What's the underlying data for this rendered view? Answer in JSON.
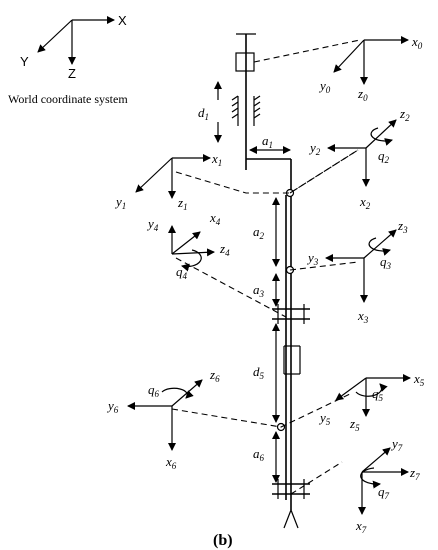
{
  "world": {
    "x": "X",
    "y": "Y",
    "z": "Z",
    "caption": "World coordinate system"
  },
  "frames": {
    "f0": {
      "x": "x",
      "xs": "0",
      "y": "y",
      "ys": "0",
      "z": "z",
      "zs": "0"
    },
    "f1": {
      "x": "x",
      "xs": "1",
      "y": "y",
      "ys": "1",
      "z": "z",
      "zs": "1"
    },
    "f2": {
      "x": "x",
      "xs": "2",
      "y": "y",
      "ys": "2",
      "z": "z",
      "zs": "2",
      "q": "q",
      "qs": "2"
    },
    "f3": {
      "x": "x",
      "xs": "3",
      "y": "y",
      "ys": "3",
      "z": "z",
      "zs": "3",
      "q": "q",
      "qs": "3"
    },
    "f4": {
      "x": "x",
      "xs": "4",
      "y": "y",
      "ys": "4",
      "z": "z",
      "zs": "4",
      "q": "q",
      "qs": "4"
    },
    "f5": {
      "x": "x",
      "xs": "5",
      "y": "y",
      "ys": "5",
      "z": "z",
      "zs": "5",
      "q": "q",
      "qs": "5"
    },
    "f6": {
      "x": "x",
      "xs": "6",
      "y": "y",
      "ys": "6",
      "z": "z",
      "zs": "6",
      "q": "q",
      "qs": "6"
    },
    "f7": {
      "x": "x",
      "xs": "7",
      "y": "y",
      "ys": "7",
      "z": "z",
      "zs": "7",
      "q": "q",
      "qs": "7"
    }
  },
  "dims": {
    "d1": {
      "base": "d",
      "sub": "1"
    },
    "a1": {
      "base": "a",
      "sub": "1"
    },
    "a2": {
      "base": "a",
      "sub": "2"
    },
    "a3": {
      "base": "a",
      "sub": "3"
    },
    "d5": {
      "base": "d",
      "sub": "5"
    },
    "a6": {
      "base": "a",
      "sub": "6"
    }
  },
  "figure_label": "(b)"
}
